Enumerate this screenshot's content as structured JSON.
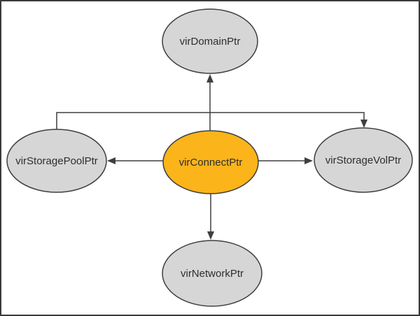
{
  "colors": {
    "background": "#FFFFFF",
    "frame_border": "#3B3B3B",
    "node_fill": "#D6D6D6",
    "node_fill_accent": "#FBB41A",
    "node_stroke": "#3F3F3F",
    "edge_stroke": "#3F3F3F",
    "label_text": "#2E2E2E"
  },
  "diagram": {
    "type": "object-relationship-diagram",
    "nodes": [
      {
        "id": "virConnectPtr",
        "label": "virConnectPtr",
        "role": "center",
        "accent": true
      },
      {
        "id": "virDomainPtr",
        "label": "virDomainPtr",
        "role": "top",
        "accent": false
      },
      {
        "id": "virStoragePoolPtr",
        "label": "virStoragePoolPtr",
        "role": "left",
        "accent": false
      },
      {
        "id": "virStorageVolPtr",
        "label": "virStorageVolPtr",
        "role": "right",
        "accent": false
      },
      {
        "id": "virNetworkPtr",
        "label": "virNetworkPtr",
        "role": "bottom",
        "accent": false
      }
    ],
    "edges": [
      {
        "from": "virConnectPtr",
        "to": "virDomainPtr",
        "style": "arrow"
      },
      {
        "from": "virConnectPtr",
        "to": "virStoragePoolPtr",
        "style": "arrow"
      },
      {
        "from": "virConnectPtr",
        "to": "virStorageVolPtr",
        "style": "arrow"
      },
      {
        "from": "virConnectPtr",
        "to": "virNetworkPtr",
        "style": "arrow"
      },
      {
        "from": "virStoragePoolPtr",
        "to": "virStorageVolPtr",
        "style": "arrow-routed-over-top"
      }
    ]
  }
}
